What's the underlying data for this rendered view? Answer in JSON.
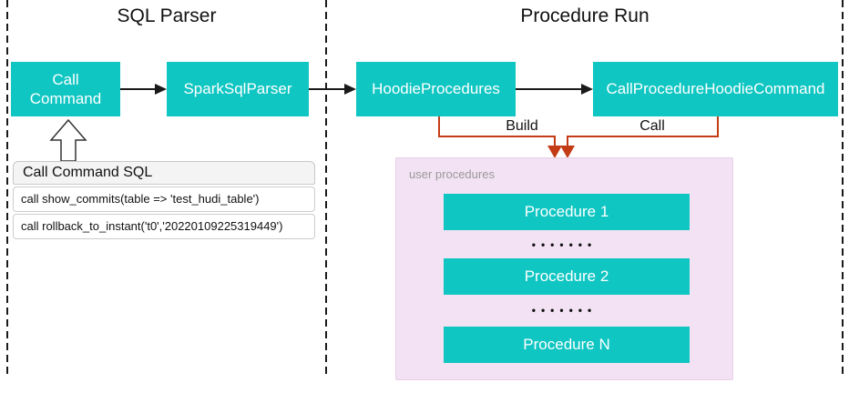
{
  "colors": {
    "accent_teal": "#0fc6c2",
    "accent_orange": "#c43c16",
    "pink_fill": "#f3e2f3",
    "pink_border": "#e8cfe8"
  },
  "diagram": {
    "sections": {
      "sql_parser": {
        "title": "SQL Parser"
      },
      "procedure_run": {
        "title": "Procedure Run"
      }
    },
    "nodes": {
      "call_command": "Call Command",
      "spark_sql_parser": "SparkSqlParser",
      "hoodie_procedures": "HoodieProcedures",
      "call_procedure_hoodie_command": "CallProcedureHoodieCommand"
    },
    "edges": {
      "build_label": "Build",
      "call_label": "Call"
    },
    "sql_panel": {
      "title": "Call Command SQL",
      "rows": [
        "call show_commits(table => 'test_hudi_table')",
        "call rollback_to_instant('t0','20220109225319449')"
      ]
    },
    "procedures": {
      "label": "user procedures",
      "items": [
        "Procedure 1",
        "Procedure 2",
        "Procedure N"
      ],
      "dots": "•••••••"
    }
  }
}
